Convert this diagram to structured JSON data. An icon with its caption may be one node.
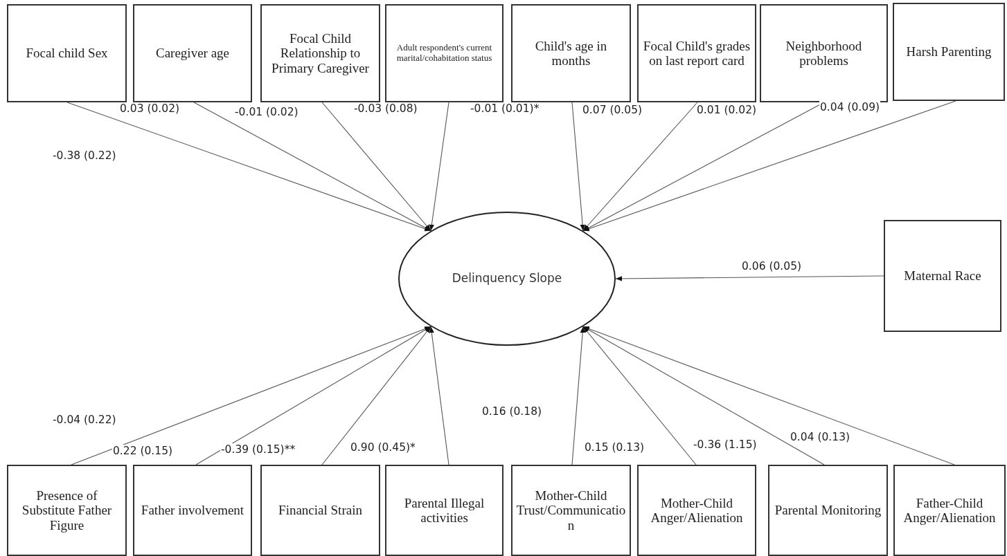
{
  "diagram": {
    "nodes": [
      {
        "text": [
          "Focal child Sex"
        ]
      },
      {
        "text": [
          "Caregiver age"
        ]
      },
      {
        "text": [
          "Focal Child Relationship to Primary Caregiver"
        ]
      },
      {
        "text": [
          "Adult respondent's current marital/cohabitation status"
        ]
      },
      {
        "text": [
          "Child's age in months"
        ]
      },
      {
        "text": [
          "Focal Child's grades on last report card"
        ]
      },
      {
        "text": [
          "Neighborhood problems"
        ]
      },
      {
        "text": [
          "Harsh Parenting"
        ]
      },
      {
        "text": [
          "Delinquency Slope"
        ]
      },
      {
        "text": [
          "Maternal Race"
        ]
      },
      {
        "text": [
          "Presence of Substitute Father Figure"
        ]
      },
      {
        "text": [
          "Father involvement"
        ]
      },
      {
        "text": [
          "Financial Strain"
        ]
      },
      {
        "text": [
          "Parental Illegal activities"
        ]
      },
      {
        "text": [
          "Mother-Child Trust/Communication"
        ]
      },
      {
        "text": [
          "Mother-Child Anger/Alienation"
        ]
      },
      {
        "text": [
          "Parental Monitoring"
        ]
      },
      {
        "text": [
          "Father-Child Anger/Alienation"
        ]
      }
    ],
    "edges": [
      {
        "from": 0,
        "to": 8,
        "arrow": "to"
      },
      {
        "from": 1,
        "to": 8,
        "arrow": "to"
      },
      {
        "from": 2,
        "to": 8,
        "arrow": "to"
      },
      {
        "from": 3,
        "to": 8,
        "arrow": "to"
      },
      {
        "from": 4,
        "to": 8,
        "arrow": "to"
      },
      {
        "from": 5,
        "to": 8,
        "arrow": "to"
      },
      {
        "from": 6,
        "to": 8,
        "arrow": "to"
      },
      {
        "from": 7,
        "to": 8,
        "arrow": "to"
      },
      {
        "from": 9,
        "to": 8,
        "arrow": "to"
      },
      {
        "from": 10,
        "to": 8,
        "arrow": "to"
      },
      {
        "from": 11,
        "to": 8,
        "arrow": "to"
      },
      {
        "from": 12,
        "to": 8,
        "arrow": "to"
      },
      {
        "from": 13,
        "to": 8,
        "arrow": "to"
      },
      {
        "from": 14,
        "to": 8,
        "arrow": "to"
      },
      {
        "from": 15,
        "to": 8,
        "arrow": "to"
      },
      {
        "from": 16,
        "to": 8,
        "arrow": "to"
      },
      {
        "from": 17,
        "to": 8,
        "arrow": "to"
      }
    ],
    "labels": [
      "0.03 (0.02)",
      "-0.01 (0.02)",
      "-0.03 (0.08)",
      "-0.01 (0.01)*",
      "0.07 (0.05)",
      "0.01 (0.02)",
      "0.04 (0.09)",
      "-0.38 (0.22)",
      "0.06 (0.05)",
      "-0.04 (0.22)",
      "0.16 (0.18)",
      "0.22 (0.15)",
      "-0.39 (0.15)**",
      "0.90 (0.45)*",
      "0.15 (0.13)",
      "-0.36 (1.15)",
      "0.04 (0.13)"
    ]
  }
}
